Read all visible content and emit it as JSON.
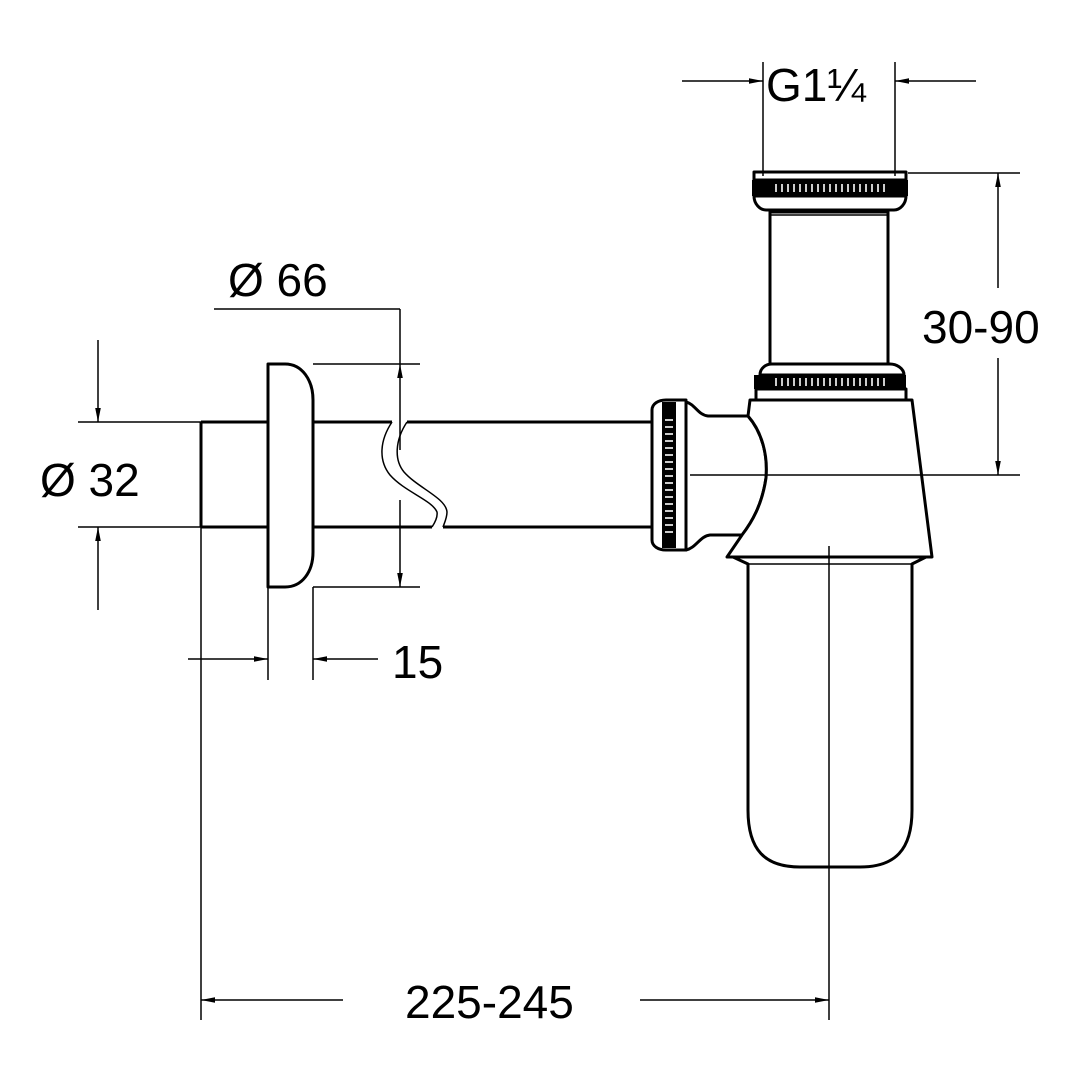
{
  "drawing": {
    "subject": "bottle trap technical drawing",
    "line_color": "#000000",
    "background_color": "#ffffff"
  },
  "dimensions": {
    "thread_size": "G1¼",
    "tailpiece_height": "30-90",
    "rosette_diameter": "Ø 66",
    "pipe_diameter": "Ø 32",
    "rosette_depth": "15",
    "projection_length": "225-245"
  }
}
